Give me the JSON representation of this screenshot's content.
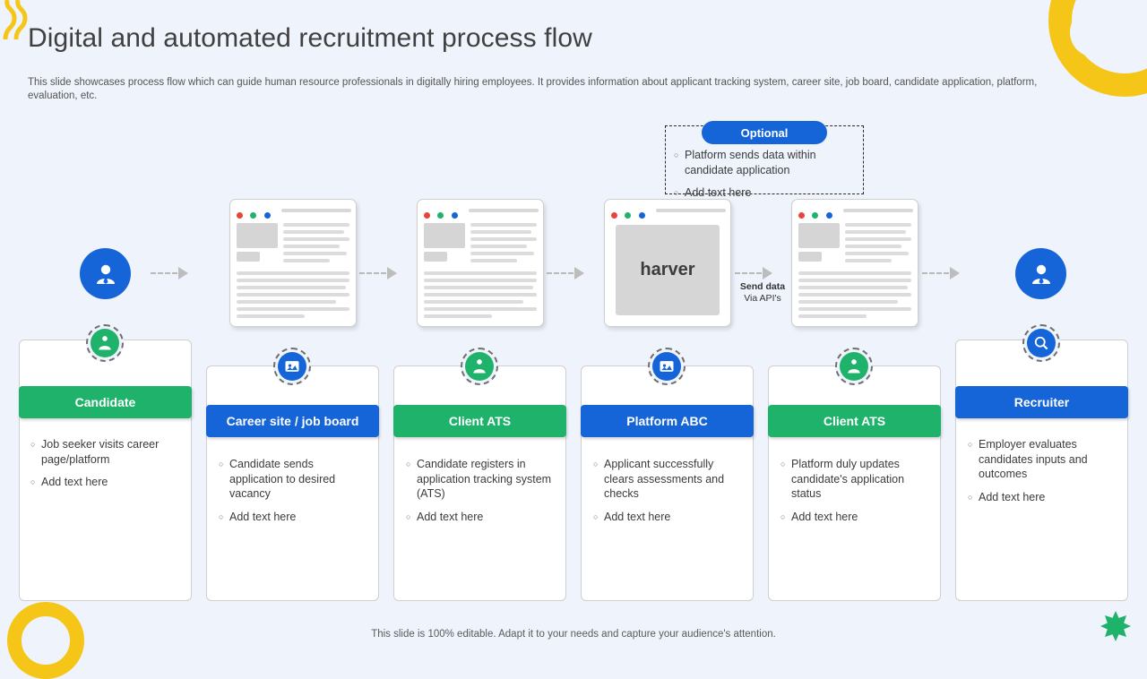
{
  "header": {
    "title": "Digital and automated recruitment process flow",
    "subtitle": "This slide showcases process flow which can guide human resource professionals in digitally hiring employees. It provides information about applicant tracking system, career site, job board, candidate application, platform, evaluation, etc."
  },
  "footer": {
    "note": "This slide is 100% editable. Adapt it to your needs and capture your audience's attention."
  },
  "flow": {
    "harver_label": "harver",
    "send_data": {
      "line1": "Send data",
      "line2": "Via API's"
    },
    "optional": {
      "pill": "Optional",
      "items": [
        "Platform sends data within candidate application",
        "Add text here"
      ]
    }
  },
  "cards": [
    {
      "title": "Candidate",
      "color": "#1fb26b",
      "badge_color": "#1fb26b",
      "badge_icon": "candidate-person-icon",
      "items": [
        "Job seeker visits career page/platform",
        "Add text here"
      ]
    },
    {
      "title": "Career site / job board",
      "color": "#1565d8",
      "badge_color": "#1565d8",
      "badge_icon": "job-board-icon",
      "items": [
        "Candidate sends application to desired vacancy",
        "Add text here"
      ]
    },
    {
      "title": "Client ATS",
      "color": "#1fb26b",
      "badge_color": "#1fb26b",
      "badge_icon": "ats-person-icon",
      "items": [
        "Candidate registers in application tracking system (ATS)",
        "Add text here"
      ]
    },
    {
      "title": "Platform ABC",
      "color": "#1565d8",
      "badge_color": "#1565d8",
      "badge_icon": "platform-icon",
      "items": [
        "Applicant successfully clears assessments and checks",
        "Add text here"
      ]
    },
    {
      "title": "Client ATS",
      "color": "#1fb26b",
      "badge_color": "#1fb26b",
      "badge_icon": "ats-person-icon",
      "items": [
        "Platform duly updates candidate's application status",
        "Add text here"
      ]
    },
    {
      "title": "Recruiter",
      "color": "#1565d8",
      "badge_color": "#1565d8",
      "badge_icon": "recruiter-search-icon",
      "items": [
        "Employer evaluates candidates inputs and outcomes",
        "Add text here"
      ]
    }
  ]
}
